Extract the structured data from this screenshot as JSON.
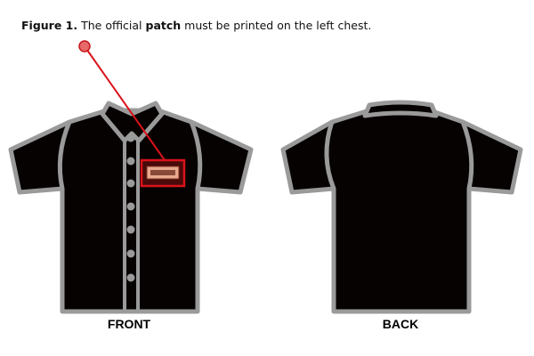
{
  "caption": {
    "prefix": "Figure 1.",
    "part1": " The official ",
    "emphasis": "patch",
    "part2": " must be printed on the left chest."
  },
  "views": {
    "front": "FRONT",
    "back": "BACK"
  },
  "colors": {
    "shirt": "#060202",
    "outline": "#9a9a9a",
    "highlight": "#d9131a",
    "patch": "#e9a98e"
  },
  "patch_logo": "patch logo"
}
